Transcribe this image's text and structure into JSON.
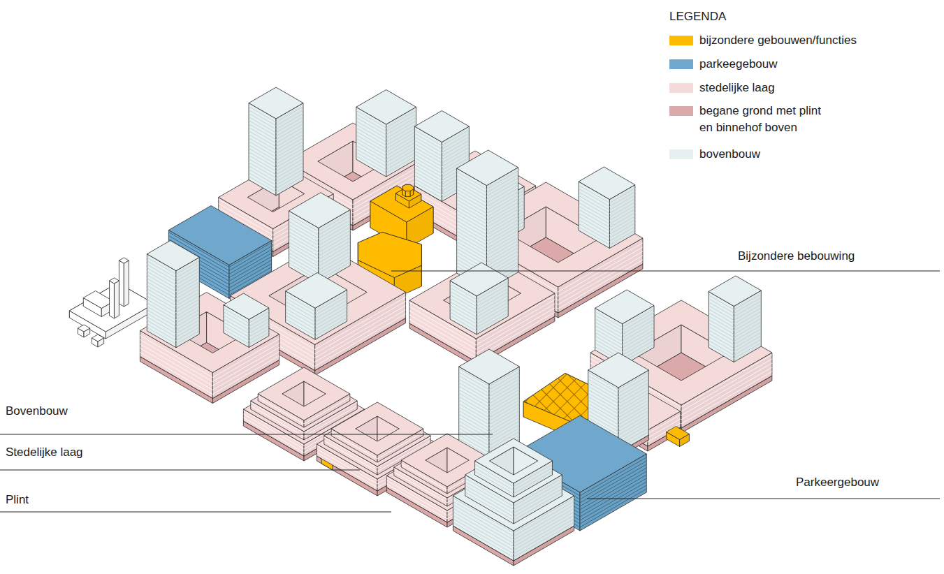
{
  "diagram": {
    "labels": [
      "LEGENDA",
      "Bijzondere bebouwing",
      "Bovenbouw",
      "Stedelijke laag",
      "Plint",
      "Parkeergebouw"
    ],
    "legend": [
      {
        "text": "bijzondere gebouwen/functies",
        "color": "#ffbb00"
      },
      {
        "text": "parkeegebouw",
        "color": "#6fa8cc"
      },
      {
        "text": "stedelijke laag",
        "color": "#f5dada"
      },
      {
        "text": "begane grond met plint en binnehof boven",
        "color": "#dba9a9"
      },
      {
        "text": "bovenbouw",
        "color": "#e6f0f0"
      }
    ]
  }
}
